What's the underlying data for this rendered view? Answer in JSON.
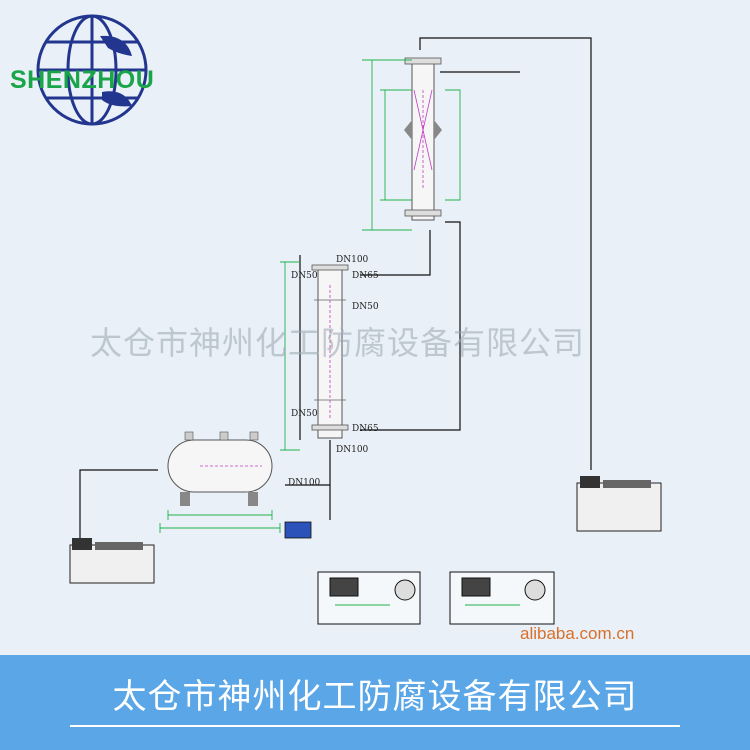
{
  "logo": {
    "text": "SHENZHOU"
  },
  "watermark": {
    "text": "太仓市神州化工防腐设备有限公司"
  },
  "source": {
    "text": "alibaba.com.cn"
  },
  "footer": {
    "title": "太仓市神州化工防腐设备有限公司"
  },
  "labels": {
    "dn100_top": "DN100",
    "dn50_left_top": "DN50",
    "dn65_right_top": "DN65",
    "dn50_right": "DN50",
    "dn50_left_bottom": "DN50",
    "dn65_right_bottom": "DN65",
    "dn100_bottom": "DN100",
    "dn100_tank": "DN100"
  },
  "colors": {
    "pipe": "#111111",
    "dimension": "#22b24c",
    "vessel": "#555555",
    "internal": "#c23bc4",
    "footer": "#5aa6e6"
  }
}
